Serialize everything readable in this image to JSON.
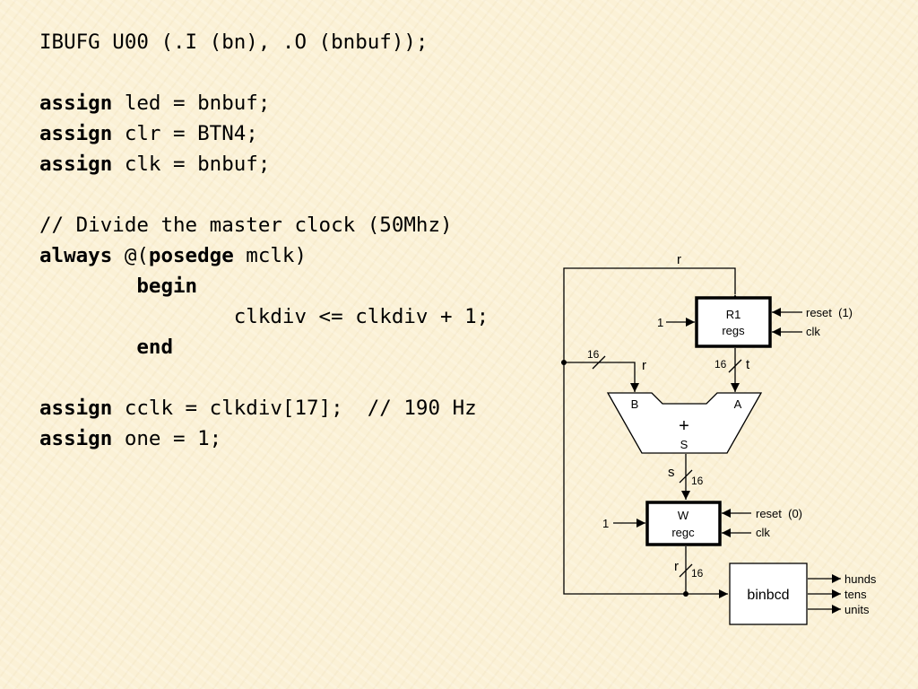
{
  "code": {
    "lines": [
      {
        "parts": [
          {
            "t": "IBUFG U00 (.I (bn), .O (bnbuf));",
            "b": false
          }
        ]
      },
      {
        "parts": []
      },
      {
        "parts": [
          {
            "t": "assign",
            "b": true
          },
          {
            "t": " led = bnbuf;",
            "b": false
          }
        ]
      },
      {
        "parts": [
          {
            "t": "assign",
            "b": true
          },
          {
            "t": " clr = BTN4;",
            "b": false
          }
        ]
      },
      {
        "parts": [
          {
            "t": "assign",
            "b": true
          },
          {
            "t": " clk = bnbuf;",
            "b": false
          }
        ]
      },
      {
        "parts": []
      },
      {
        "parts": [
          {
            "t": "// Divide the master clock (50Mhz)",
            "b": false
          }
        ]
      },
      {
        "parts": [
          {
            "t": "always",
            "b": true
          },
          {
            "t": " @(",
            "b": false
          },
          {
            "t": "posedge",
            "b": true
          },
          {
            "t": " mclk)",
            "b": false
          }
        ]
      },
      {
        "parts": [
          {
            "t": "        ",
            "b": false
          },
          {
            "t": "begin",
            "b": true
          }
        ]
      },
      {
        "parts": [
          {
            "t": "                clkdiv <= clkdiv + 1;",
            "b": false
          }
        ]
      },
      {
        "parts": [
          {
            "t": "        ",
            "b": false
          },
          {
            "t": "end",
            "b": true
          }
        ]
      },
      {
        "parts": []
      },
      {
        "parts": [
          {
            "t": "assign",
            "b": true
          },
          {
            "t": " cclk = clkdiv[17];  // 190 Hz",
            "b": false
          }
        ]
      },
      {
        "parts": [
          {
            "t": "assign",
            "b": true
          },
          {
            "t": " one = 1;",
            "b": false
          }
        ]
      }
    ]
  },
  "diagram": {
    "feedback_label": "r",
    "r1": {
      "name": "R1",
      "type": "regs",
      "input": "1",
      "reset": "reset  (1)",
      "clk": "clk"
    },
    "r1_out": {
      "width": "16",
      "label": "t"
    },
    "tap": {
      "width": "16",
      "label": "r"
    },
    "adder": {
      "b": "B",
      "a": "A",
      "op": "+",
      "out": "S"
    },
    "adder_out": {
      "label": "s",
      "width": "16"
    },
    "w": {
      "name": "W",
      "type": "regc",
      "input": "1",
      "reset": "reset  (0)",
      "clk": "clk"
    },
    "w_out": {
      "label": "r",
      "width": "16"
    },
    "binbcd": {
      "name": "binbcd",
      "outputs": [
        "hunds",
        "tens",
        "units"
      ]
    }
  }
}
